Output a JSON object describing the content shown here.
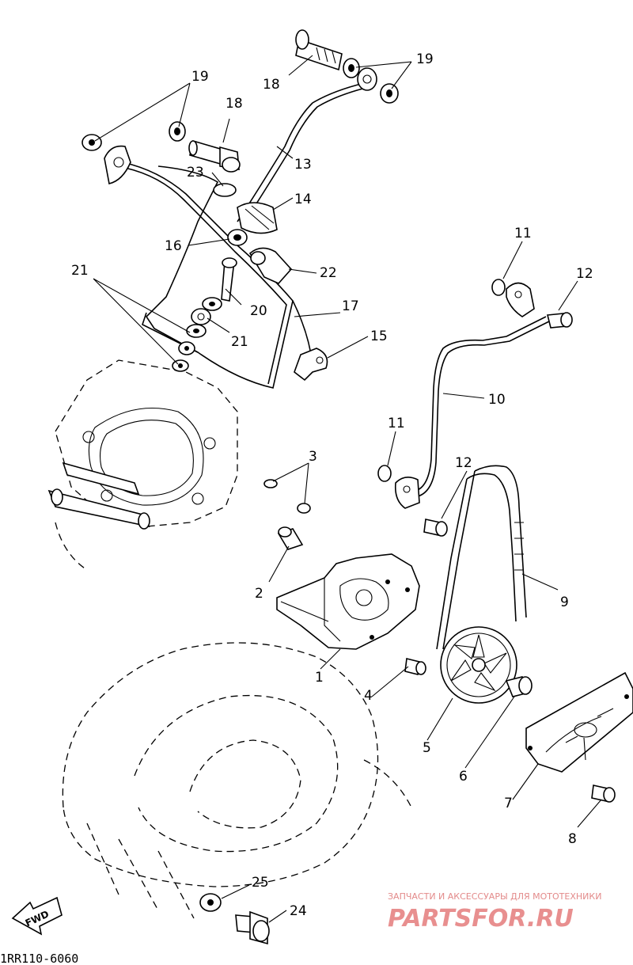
{
  "diagram_code": "1RR110-6060",
  "fwd_label": "FWD",
  "watermark": {
    "tagline": "ЗАПЧАСТИ И АКСЕССУАРЫ ДЛЯ МОТОТЕХНИКИ",
    "brand": "PARTSFOR.RU"
  },
  "callouts": [
    {
      "id": "1",
      "text": "1"
    },
    {
      "id": "2",
      "text": "2"
    },
    {
      "id": "3",
      "text": "3"
    },
    {
      "id": "4",
      "text": "4"
    },
    {
      "id": "5",
      "text": "5"
    },
    {
      "id": "6",
      "text": "6"
    },
    {
      "id": "7",
      "text": "7"
    },
    {
      "id": "8",
      "text": "8"
    },
    {
      "id": "9",
      "text": "9"
    },
    {
      "id": "10",
      "text": "10"
    },
    {
      "id": "11a",
      "text": "11"
    },
    {
      "id": "11b",
      "text": "11"
    },
    {
      "id": "12a",
      "text": "12"
    },
    {
      "id": "12b",
      "text": "12"
    },
    {
      "id": "13",
      "text": "13"
    },
    {
      "id": "14",
      "text": "14"
    },
    {
      "id": "15",
      "text": "15"
    },
    {
      "id": "16",
      "text": "16"
    },
    {
      "id": "17",
      "text": "17"
    },
    {
      "id": "18a",
      "text": "18"
    },
    {
      "id": "18b",
      "text": "18"
    },
    {
      "id": "19a",
      "text": "19"
    },
    {
      "id": "19b",
      "text": "19"
    },
    {
      "id": "20",
      "text": "20"
    },
    {
      "id": "21a",
      "text": "21"
    },
    {
      "id": "21b",
      "text": "21"
    },
    {
      "id": "22",
      "text": "22"
    },
    {
      "id": "23",
      "text": "23"
    },
    {
      "id": "24",
      "text": "24"
    },
    {
      "id": "25",
      "text": "25"
    }
  ]
}
